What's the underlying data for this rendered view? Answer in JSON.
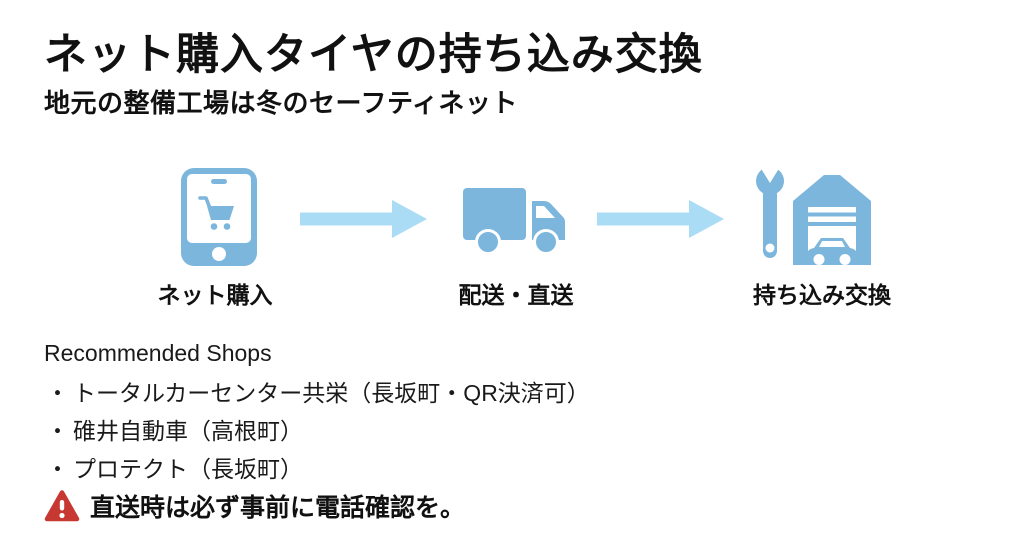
{
  "header": {
    "title": "ネット購入タイヤの持ち込み交換",
    "subtitle": "地元の整備工場は冬のセーフティネット"
  },
  "flow": {
    "steps": [
      {
        "label": "ネット購入",
        "icon": "smartphone-cart-icon"
      },
      {
        "label": "配送・直送",
        "icon": "truck-icon"
      },
      {
        "label": "持ち込み交換",
        "icon": "garage-wrench-icon"
      }
    ],
    "arrow_icon": "arrow-right-icon"
  },
  "shops": {
    "header": "Recommended Shops",
    "bullet": "・",
    "items": [
      "トータルカーセンター共栄（長坂町・QR決済可）",
      "碓井自動車（高根町）",
      "プロテクト（長坂町）"
    ]
  },
  "warning": {
    "icon": "warning-icon",
    "text": "直送時は必ず事前に電話確認を。"
  },
  "colors": {
    "icon_blue": "#7DB6DC",
    "arrow_blue": "#ABDCF6",
    "warning_red": "#C63831",
    "text": "#111111",
    "background": "#FFFFFF"
  }
}
